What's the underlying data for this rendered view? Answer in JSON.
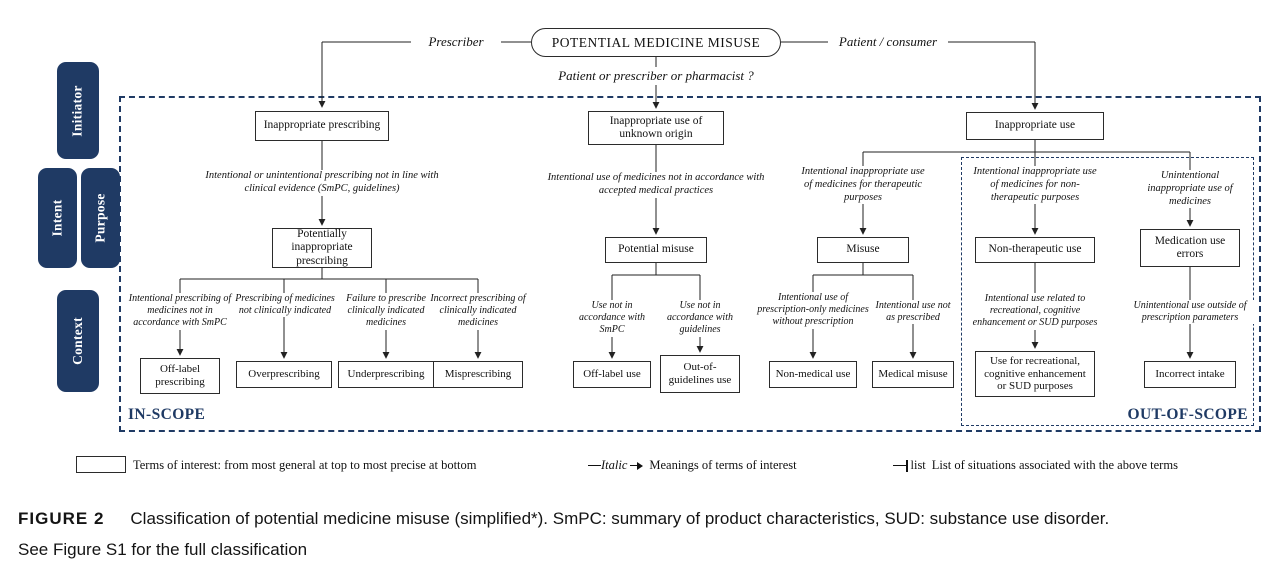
{
  "colors": {
    "navy": "#1f3a64",
    "line": "#222222",
    "box_border": "#2b2b2b",
    "background": "#ffffff"
  },
  "root": {
    "title": "POTENTIAL MEDICINE MISUSE",
    "left_branch": "Prescriber",
    "right_branch": "Patient / consumer",
    "question": "Patient or prescriber or pharmacist ?"
  },
  "sidebar": {
    "initiator": "Initiator",
    "intent": "Intent",
    "purpose": "Purpose",
    "context": "Context"
  },
  "scope": {
    "in_label": "IN-SCOPE",
    "out_label": "OUT-OF-SCOPE"
  },
  "nodes": {
    "inappropriate_prescribing": "Inappropriate prescribing",
    "inappropriate_use_unknown": "Inappropriate use of unknown origin",
    "inappropriate_use": "Inappropriate use",
    "potentially_inappropriate_prescribing": "Potentially inappropriate prescribing",
    "potential_misuse": "Potential misuse",
    "misuse": "Misuse",
    "non_therapeutic_use": "Non-therapeutic use",
    "medication_use_errors": "Medication use errors",
    "off_label_prescribing": "Off-label prescribing",
    "overprescribing": "Overprescribing",
    "underprescribing": "Underprescribing",
    "misprescribing": "Misprescribing",
    "off_label_use": "Off-label use",
    "out_of_guidelines_use": "Out-of-guidelines use",
    "non_medical_use": "Non-medical use",
    "medical_misuse": "Medical misuse",
    "recreational_use": "Use for recreational, cognitive enhancement or SUD purposes",
    "incorrect_intake": "Incorrect intake"
  },
  "meanings": {
    "prescribing": "Intentional or unintentional prescribing not in line with clinical evidence (SmPC, guidelines)",
    "unknown_origin": "Intentional use of medicines not in accordance with accepted medical practices",
    "therapeutic": "Intentional inappropriate use of medicines for therapeutic purposes",
    "non_therapeutic": "Intentional inappropriate use of medicines for non-therapeutic purposes",
    "unintentional": "Unintentional inappropriate use of medicines",
    "off_label_prescribing": "Intentional prescribing of medicines not in accordance with SmPC",
    "overprescribing": "Prescribing of medicines not clinically indicated",
    "underprescribing": "Failure to prescribe clinically indicated medicines",
    "misprescribing": "Incorrect prescribing of clinically indicated medicines",
    "off_label_use": "Use not in accordance with SmPC",
    "out_of_guidelines": "Use not in accordance with guidelines",
    "non_medical": "Intentional use of prescription-only medicines without prescription",
    "medical_misuse": "Intentional use not as prescribed",
    "recreational": "Intentional use related to recreational, cognitive enhancement or SUD purposes",
    "incorrect_intake": "Unintentional use outside of prescription parameters"
  },
  "legend": {
    "terms": "Terms of interest: from most general at top to most precise at bottom",
    "italic_word": "Italic",
    "meanings": "Meanings of terms of interest",
    "list_word": "list",
    "list": "List of situations associated with the above terms"
  },
  "caption": {
    "label": "FIGURE 2",
    "text": "Classification of potential medicine misuse (simplified*). SmPC: summary of product characteristics, SUD: substance use disorder.",
    "line2": "See Figure S1 for the full classification"
  }
}
